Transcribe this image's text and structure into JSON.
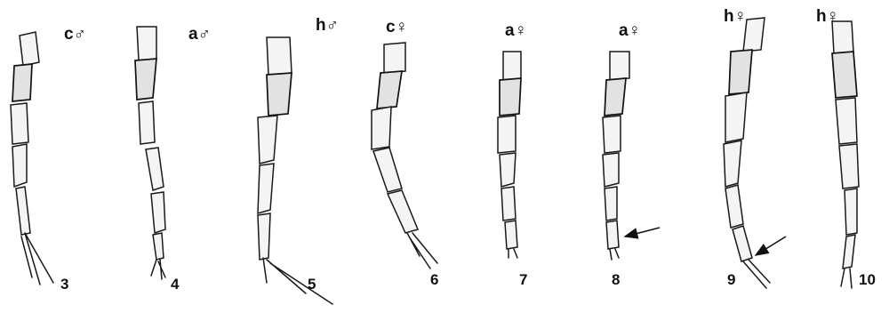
{
  "figures": [
    {
      "number": "3",
      "caste": "c",
      "sex": "♂"
    },
    {
      "number": "4",
      "caste": "a",
      "sex": "♂"
    },
    {
      "number": "5",
      "caste": "h",
      "sex": "♂"
    },
    {
      "number": "6",
      "caste": "c",
      "sex": "♀"
    },
    {
      "number": "7",
      "caste": "a",
      "sex": "♀"
    },
    {
      "number": "8",
      "caste": "a",
      "sex": "♀"
    },
    {
      "number": "9",
      "caste": "h",
      "sex": "♀"
    },
    {
      "number": "10",
      "caste": "h",
      "sex": "♀"
    }
  ]
}
